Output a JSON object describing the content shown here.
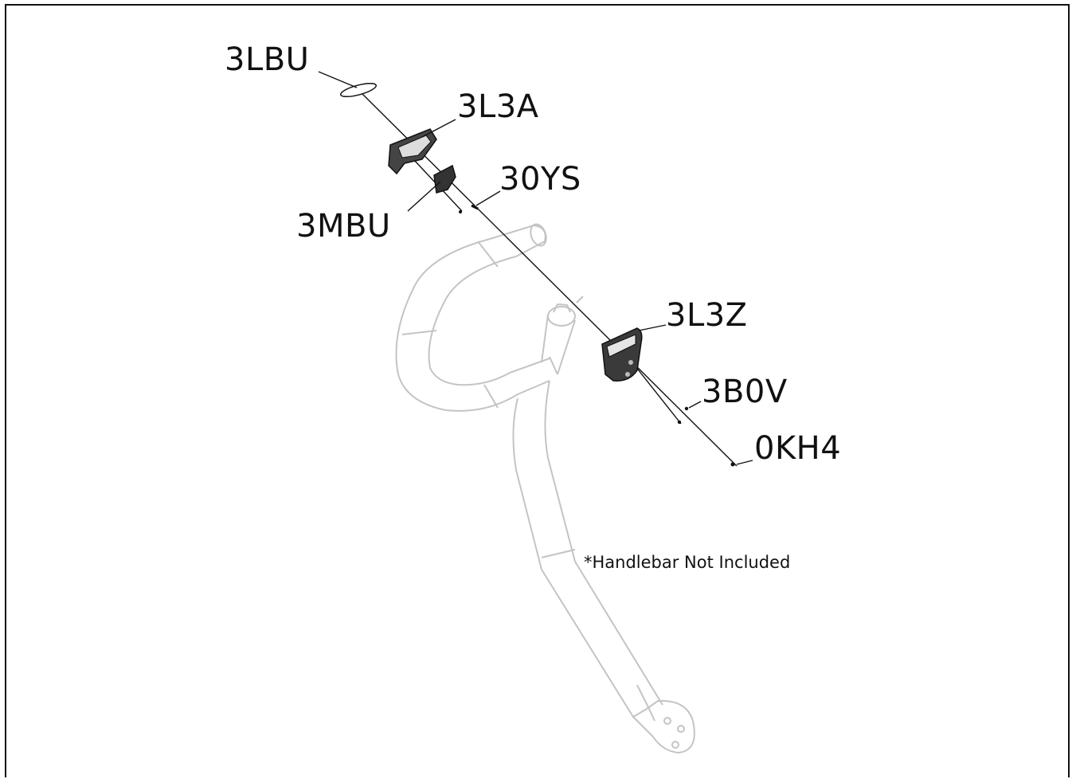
{
  "parts": [
    {
      "id": "3LBU"
    },
    {
      "id": "3L3A"
    },
    {
      "id": "30YS"
    },
    {
      "id": "3MBU"
    },
    {
      "id": "3L3Z"
    },
    {
      "id": "3B0V"
    },
    {
      "id": "0KH4"
    }
  ],
  "note": "*Handlebar Not Included",
  "colors": {
    "line": "#111111",
    "ghost": "#c4c4c4",
    "part_fill": "#2b2b2b"
  }
}
